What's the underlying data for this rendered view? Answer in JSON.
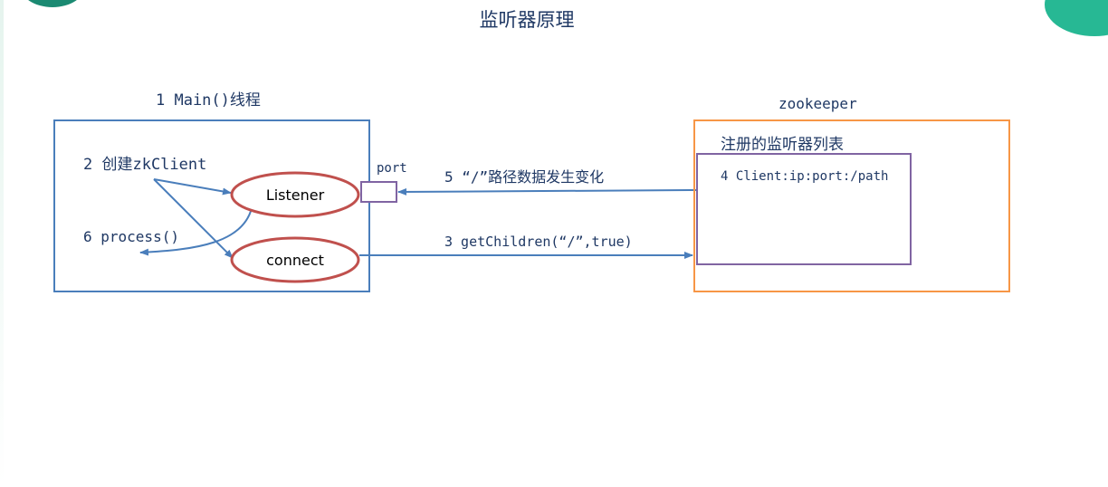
{
  "page": {
    "title": "监听器原理"
  },
  "main_thread": {
    "label": "1 Main()线程",
    "create_client": "2 创建zkClient",
    "process": "6 process()",
    "listener": "Listener",
    "connect": "connect"
  },
  "port": {
    "label": "port"
  },
  "arrows": {
    "notify": "5 “/”路径数据发生变化",
    "get_children": "3 getChildren(“/”,true)"
  },
  "zookeeper": {
    "label": "zookeeper",
    "registry_title": "注册的监听器列表",
    "registry_entry": "4 Client:ip:port:/path"
  },
  "colors": {
    "blue": "#4a7ebb",
    "red": "#c0504d",
    "orange": "#f79646",
    "purple": "#8064a2",
    "text": "#1f3864"
  }
}
